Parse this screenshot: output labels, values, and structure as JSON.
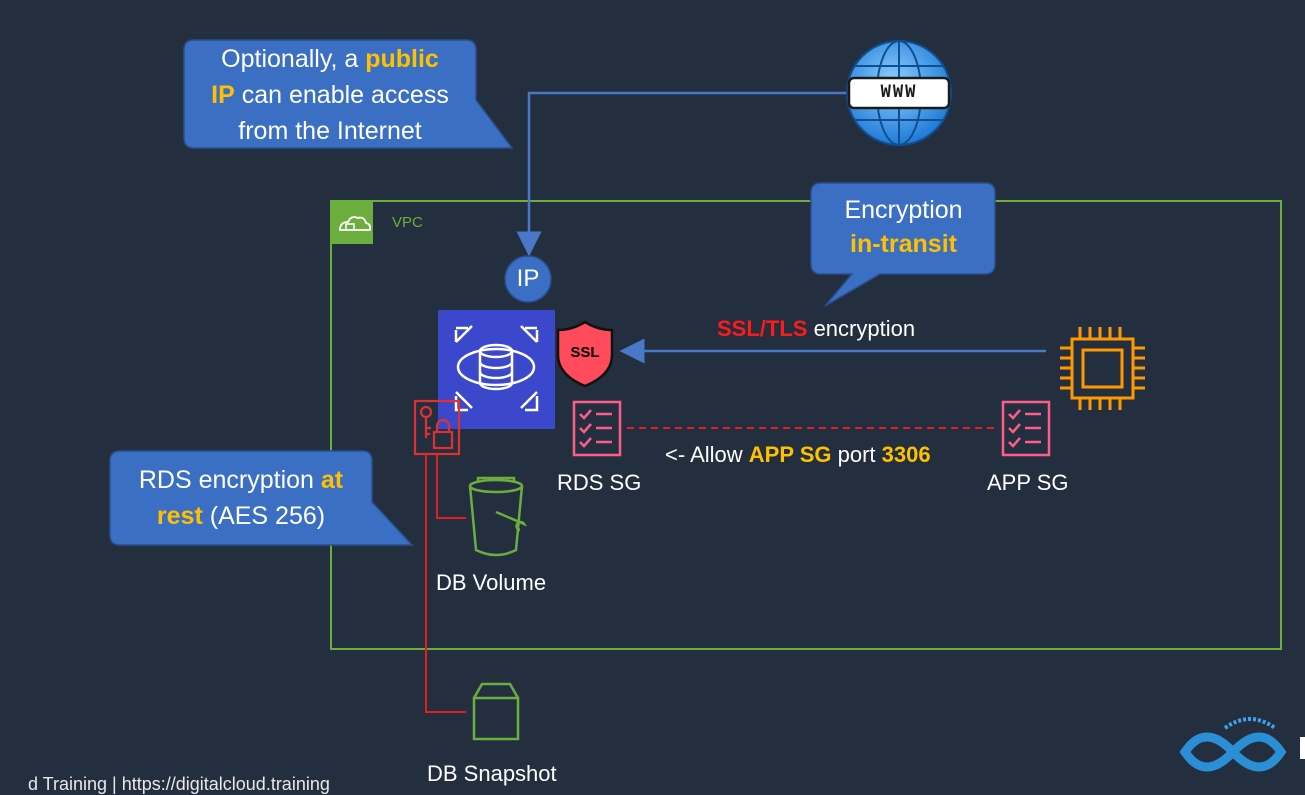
{
  "callouts": {
    "public_ip": {
      "line1_a": "Optionally, a ",
      "line1_b": "public",
      "line2_a": "IP",
      "line2_b": " can enable access",
      "line3": "from the Internet"
    },
    "in_transit": {
      "line1": "Encryption",
      "line2": "in-transit"
    },
    "at_rest": {
      "line1_a": "RDS encryption ",
      "line1_b": "at",
      "line2_a": "rest",
      "line2_b": " (AES 256)"
    }
  },
  "vpc": {
    "label": "VPC"
  },
  "ip_badge": {
    "label": "IP"
  },
  "ssl_shield": {
    "label": "SSL"
  },
  "globe": {
    "label": "WWW"
  },
  "ssl_connection": {
    "label_a": "SSL/TLS",
    "label_b": " encryption"
  },
  "sg_rule": {
    "p1": "<- Allow ",
    "p2": "APP SG",
    "p3": " port ",
    "p4": "3306"
  },
  "labels": {
    "rds_sg": "RDS SG",
    "app_sg": "APP SG",
    "db_volume": "DB Volume",
    "db_snapshot": "DB Snapshot"
  },
  "footer": {
    "cut_text": "d Training | https://digitalcloud.training"
  },
  "colors": {
    "background": "#232f3e",
    "vpc_green": "#6cae3e",
    "callout_blue": "#3b6fc4",
    "highlight": "#ffc000",
    "red": "#ff1a1a",
    "sg_pink": "#ff5c8a",
    "ec2_orange": "#ff9900",
    "rds_blue": "#3b48cc"
  }
}
